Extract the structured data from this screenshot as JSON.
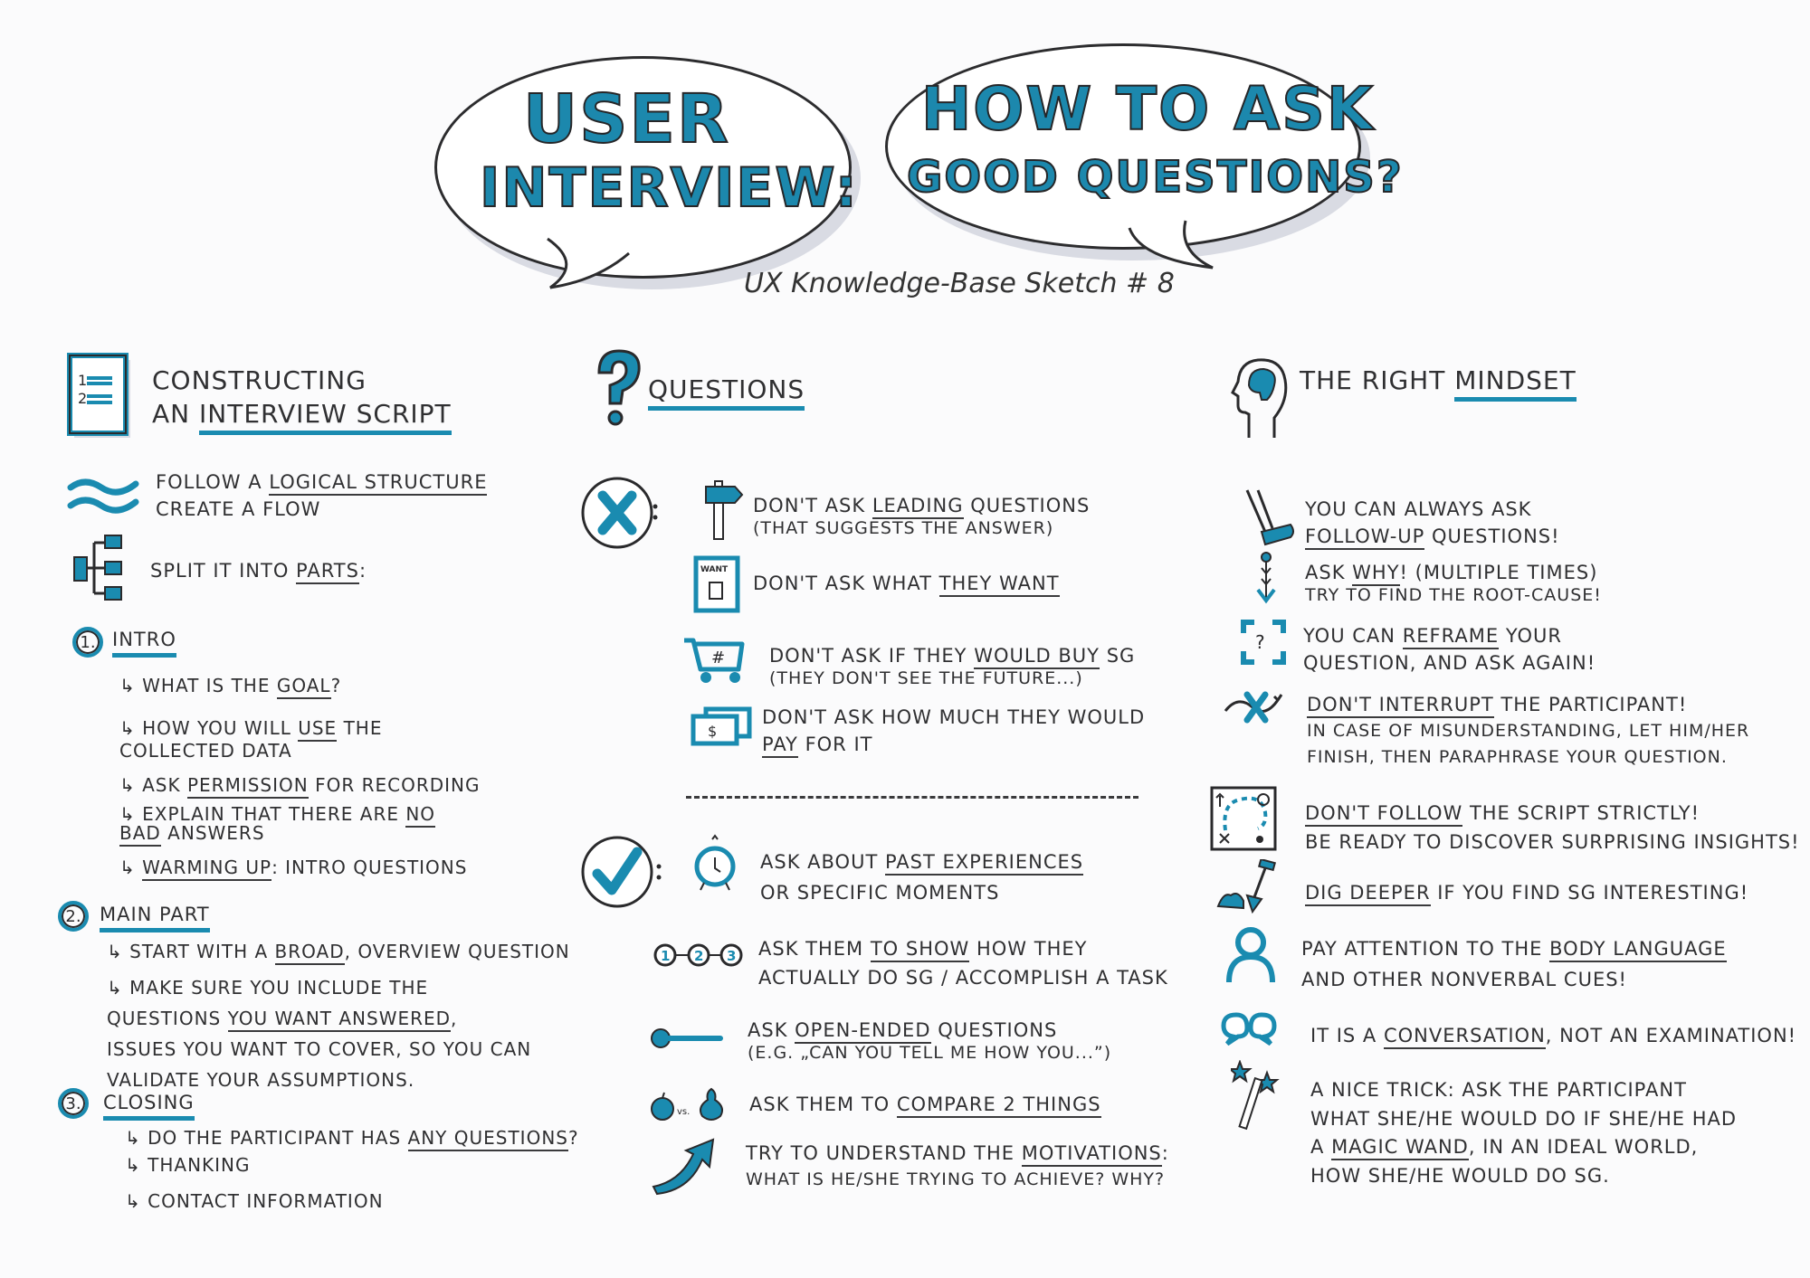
{
  "header": {
    "bubble_left": {
      "line1": "USER",
      "line2": "INTERVIEW:"
    },
    "bubble_right": {
      "line1": "HOW TO ASK",
      "line2": "GOOD QUESTIONS?"
    },
    "subtitle": "UX Knowledge-Base Sketch # 8"
  },
  "colors": {
    "accent": "#1a8bb0",
    "ink": "#2e2e30",
    "paper": "#fbfbfc",
    "shadow": "#d9dbe3"
  },
  "left": {
    "icon": "numbered-list-document-icon",
    "title_line1": "CONSTRUCTING",
    "title_line2_prefix": "AN",
    "title_line2_emph": "INTERVIEW SCRIPT",
    "flow": {
      "icon": "wave-icon",
      "line1_prefix": "FOLLOW A",
      "line1_emph": "LOGICAL STRUCTURE",
      "line2": "CREATE A FLOW"
    },
    "split": {
      "icon": "tree-hierarchy-icon",
      "prefix": "SPLIT IT INTO",
      "emph": "PARTS",
      "suffix": ":"
    },
    "parts": [
      {
        "number": "1.",
        "title": "INTRO",
        "items": [
          {
            "pre": "WHAT IS THE",
            "emph": "GOAL",
            "post": "?"
          },
          {
            "pre": "HOW YOU WILL",
            "emph": "USE",
            "post": "THE COLLECTED DATA"
          },
          {
            "pre": "ASK",
            "emph": "PERMISSION",
            "post": "FOR RECORDING"
          },
          {
            "pre": "EXPLAIN THAT THERE ARE",
            "emph": "NO BAD",
            "post": "ANSWERS"
          },
          {
            "pre": "",
            "emph": "WARMING UP",
            "post": ": INTRO QUESTIONS"
          }
        ]
      },
      {
        "number": "2.",
        "title": "MAIN PART",
        "items": [
          {
            "pre": "START WITH A",
            "emph": "BROAD",
            "post": ", OVERVIEW QUESTION"
          },
          {
            "pre": "MAKE SURE YOU INCLUDE THE QUESTIONS",
            "emph": "YOU WANT ANSWERED",
            "post": ", ISSUES YOU WANT TO COVER, SO YOU CAN VALIDATE YOUR ASSUMPTIONS."
          }
        ]
      },
      {
        "number": "3.",
        "title": "CLOSING",
        "items": [
          {
            "pre": "DO THE PARTICIPANT HAS",
            "emph": "ANY QUESTIONS",
            "post": "?"
          },
          {
            "pre": "THANKING",
            "emph": "",
            "post": ""
          },
          {
            "pre": "CONTACT INFORMATION",
            "emph": "",
            "post": ""
          }
        ]
      }
    ]
  },
  "middle": {
    "icon": "question-mark-icon",
    "title": "QUESTIONS",
    "dont": {
      "marker_icon": "x-circle-icon",
      "items": [
        {
          "icon": "signpost-icon",
          "pre": "DON'T ASK",
          "emph": "LEADING",
          "post": "QUESTIONS",
          "line2": "(THAT SUGGESTS THE ANSWER)"
        },
        {
          "icon": "want-switch-icon",
          "icon_label": "WANT",
          "pre": "DON'T ASK WHAT",
          "emph": "THEY WANT",
          "post": "",
          "line2": ""
        },
        {
          "icon": "shopping-cart-icon",
          "pre": "DON'T ASK IF THEY",
          "emph": "WOULD BUY",
          "post": "SG",
          "line2": "(THEY DON'T SEE THE FUTURE...)"
        },
        {
          "icon": "money-bills-icon",
          "pre": "DON'T ASK HOW MUCH THEY WOULD",
          "emph": "PAY",
          "post": "FOR IT",
          "line2": ""
        }
      ]
    },
    "do": {
      "marker_icon": "checkmark-circle-icon",
      "items": [
        {
          "icon": "alarm-clock-icon",
          "pre": "ASK ABOUT",
          "emph": "PAST EXPERIENCES",
          "post": "",
          "line2": "OR SPECIFIC MOMENTS"
        },
        {
          "icon": "steps-1-2-3-icon",
          "pre": "ASK THEM",
          "emph": "TO SHOW",
          "post": "HOW THEY",
          "line2": "ACTUALLY DO SG / ACCOMPLISH A TASK"
        },
        {
          "icon": "open-ended-line-icon",
          "pre": "ASK",
          "emph": "OPEN-ENDED",
          "post": "QUESTIONS",
          "line2": "(E.G. „CAN YOU TELL ME HOW YOU...”)"
        },
        {
          "icon": "apple-vs-pear-icon",
          "icon_label": "vs.",
          "pre": "ASK THEM TO",
          "emph": "COMPARE 2 THINGS",
          "post": "",
          "line2": ""
        },
        {
          "icon": "curved-arrow-icon",
          "pre": "TRY TO UNDERSTAND THE",
          "emph": "MOTIVATIONS",
          "post": ":",
          "line2": "WHAT IS HE/SHE TRYING TO ACHIEVE? WHY?"
        }
      ]
    }
  },
  "right": {
    "icon": "head-brain-icon",
    "title_prefix": "THE RIGHT",
    "title_emph": "MINDSET",
    "items": [
      {
        "icon": "swing-icon",
        "pre": "YOU CAN ALWAYS ASK",
        "emph": "FOLLOW-UP",
        "post": "QUESTIONS!",
        "line1_break": true,
        "line2": "",
        "line3": ""
      },
      {
        "icon": "chain-down-arrow-icon",
        "pre": "ASK",
        "emph": "WHY",
        "post": "! (MULTIPLE TIMES)",
        "line2": "TRY TO FIND THE ROOT-CAUSE!",
        "line3": ""
      },
      {
        "icon": "reframe-question-icon",
        "pre": "YOU CAN",
        "emph": "REFRAME",
        "post": "YOUR",
        "line2": "QUESTION, AND ASK AGAIN!",
        "line3": ""
      },
      {
        "icon": "no-interrupt-icon",
        "pre": "",
        "emph": "DON'T INTERRUPT",
        "post": "THE PARTICIPANT!",
        "line2": "IN CASE OF MISUNDERSTANDING, LET HIM/HER",
        "line3": "FINISH, THEN PARAPHRASE YOUR QUESTION."
      },
      {
        "icon": "treasure-map-icon",
        "pre": "",
        "emph": "DON'T FOLLOW",
        "post": "THE SCRIPT STRICTLY!",
        "line2": "BE READY TO DISCOVER SURPRISING INSIGHTS!",
        "line3": ""
      },
      {
        "icon": "shovel-icon",
        "pre": "",
        "emph": "DIG DEEPER",
        "post": "IF YOU FIND SG INTERESTING!",
        "line2": "",
        "line3": ""
      },
      {
        "icon": "person-icon",
        "pre": "PAY ATTENTION TO THE",
        "emph": "BODY LANGUAGE",
        "post": "",
        "line2": "AND OTHER NONVERBAL CUES!",
        "line3": ""
      },
      {
        "icon": "speech-bubbles-icon",
        "pre": "IT IS A",
        "emph": "CONVERSATION",
        "post": ", NOT AN EXAMINATION!",
        "line2": "",
        "line3": ""
      },
      {
        "icon": "magic-wand-icon",
        "pre": "A NICE TRICK: ASK THE PARTICIPANT",
        "emph": "",
        "post": "",
        "line2": "WHAT SHE/HE WOULD DO IF SHE/HE HAD",
        "line3": "",
        "line3_pre": "A",
        "line3_emph": "MAGIC WAND",
        "line3_post": ", IN AN IDEAL WORLD,",
        "line4": "HOW SHE/HE WOULD DO SG."
      }
    ]
  }
}
